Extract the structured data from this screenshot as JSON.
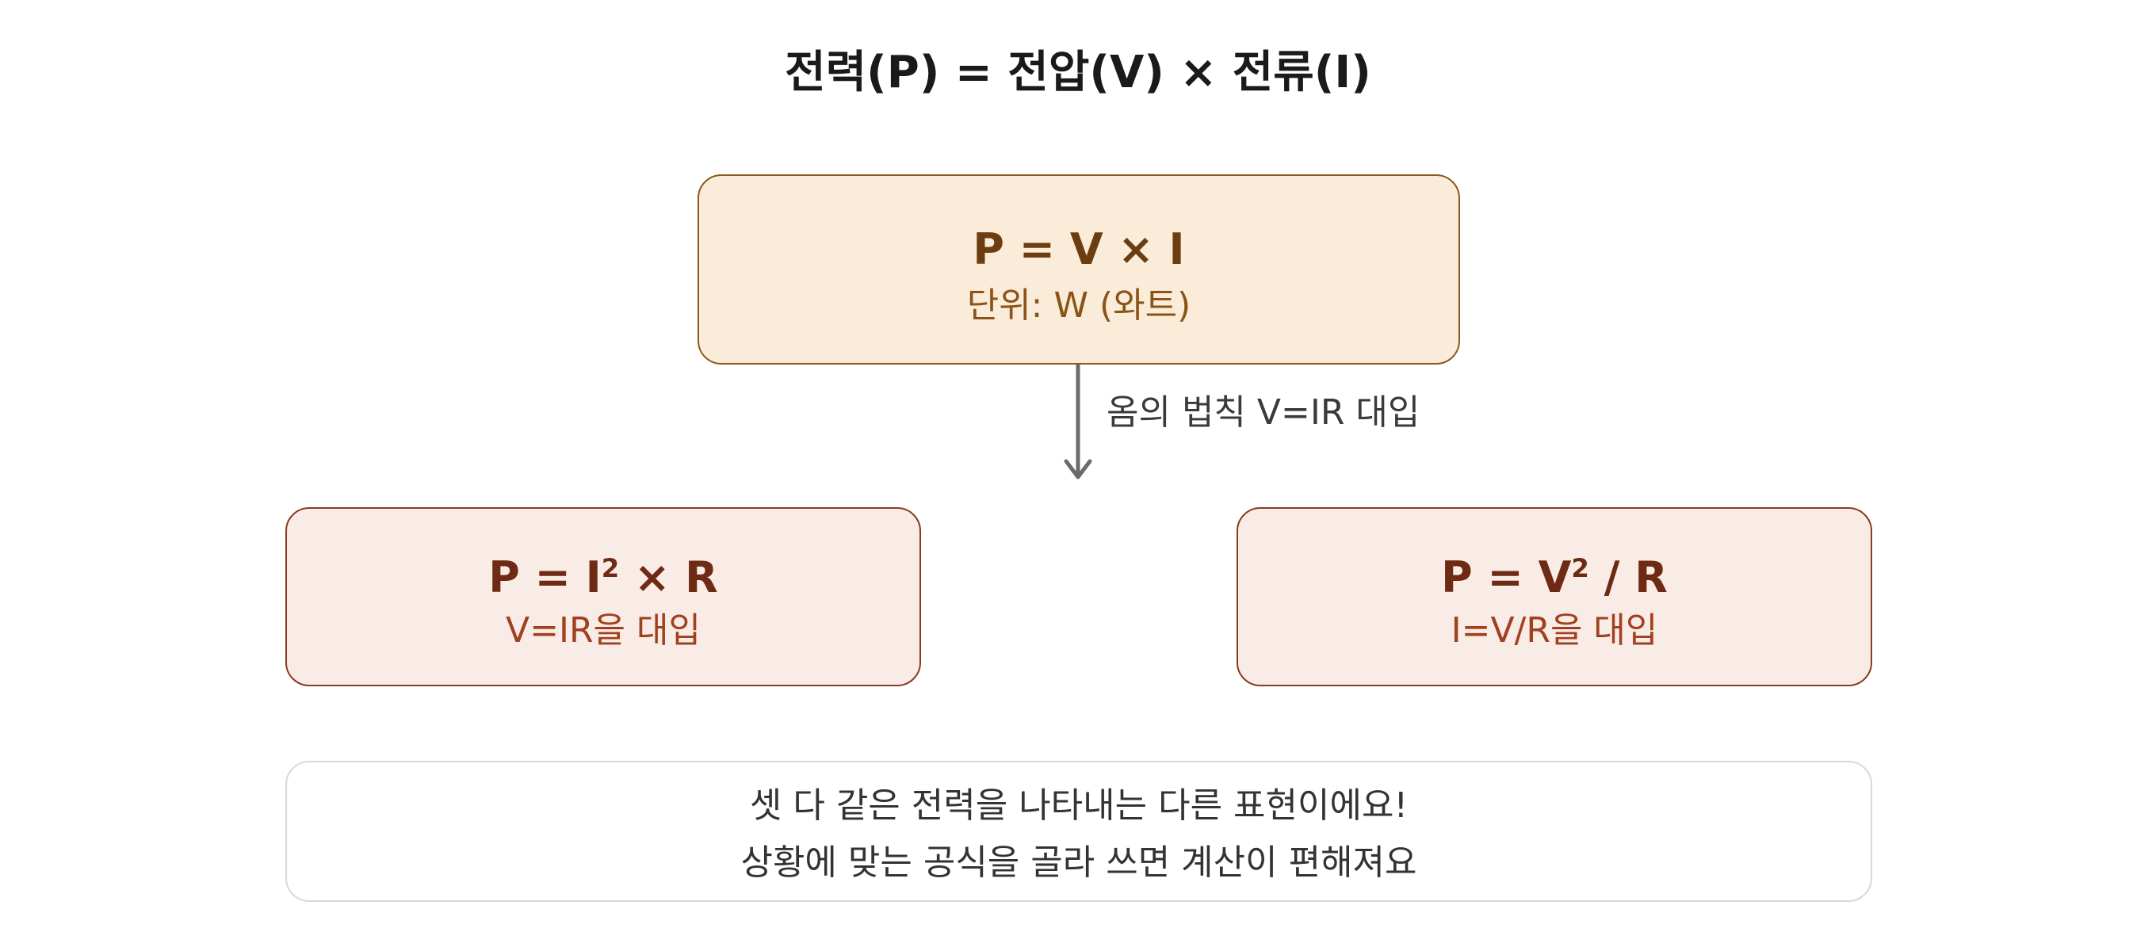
{
  "title": "전력(P) = 전압(V) × 전류(I)",
  "main_box": {
    "formula": "P = V × I",
    "unit": "단위: W (와트)"
  },
  "arrow": {
    "label": "옴의 법칙 V=IR 대입"
  },
  "left_box": {
    "formula_base": "P = I",
    "formula_exp": "2",
    "formula_tail": " × R",
    "subtext": "V=IR을 대입"
  },
  "right_box": {
    "formula_base": "P = V",
    "formula_exp": "2",
    "formula_tail": " / R",
    "subtext": "I=V/R을 대입"
  },
  "note": {
    "line1": "셋 다 같은 전력을 나타내는 다른 표현이에요!",
    "line2": "상황에 맞는 공식을 골라 쓰면 계산이 편해져요"
  },
  "colors": {
    "main_fill": "#faecd9",
    "main_stroke": "#8a5a1c",
    "derived_fill": "#f9ebe5",
    "derived_stroke": "#8a3a20",
    "arrow": "#6b6b6b"
  }
}
